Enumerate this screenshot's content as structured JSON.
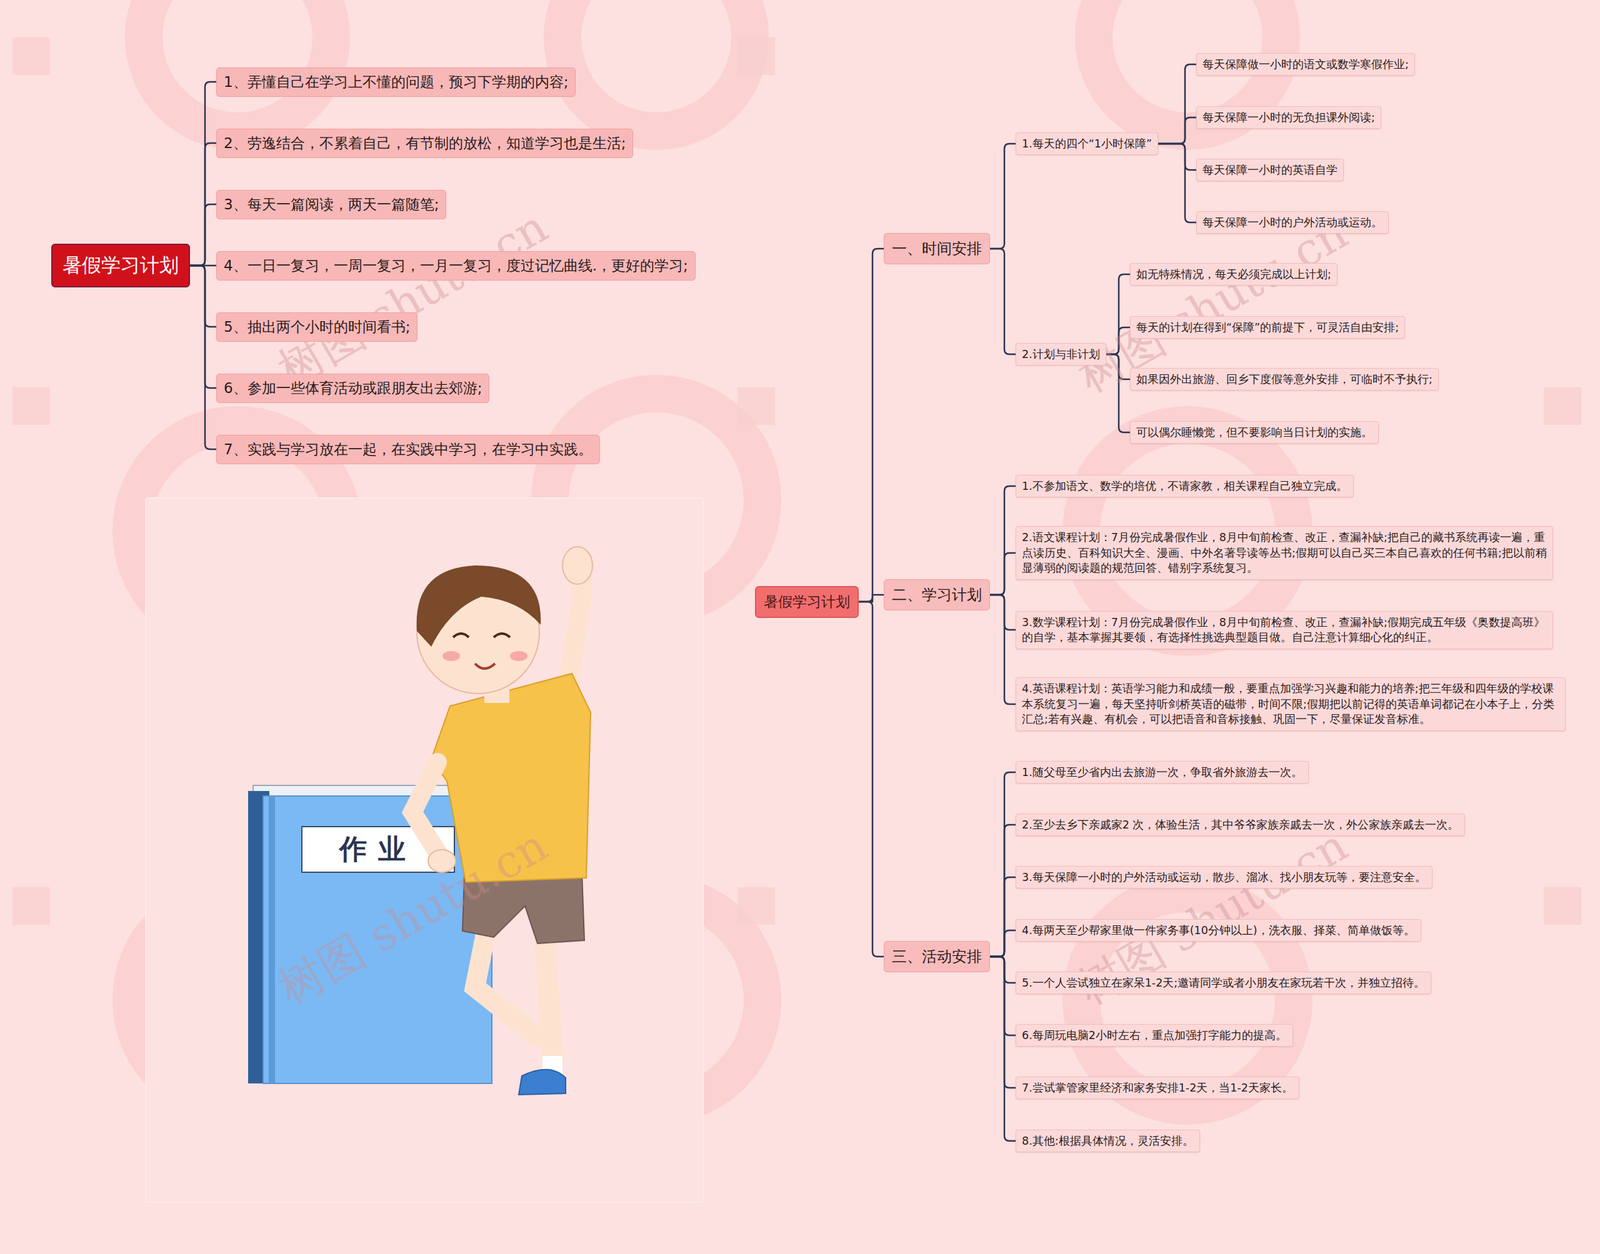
{
  "diagram": {
    "nodes": [
      {
        "text": [
          "暑假学习计划"
        ]
      },
      {
        "text": [
          "1、弄懂自己在学习上不懂的问题，预习下学期的内容;"
        ]
      },
      {
        "text": [
          "2、劳逸结合，不累着自己，有节制的放松，知道学习也是生活;"
        ]
      },
      {
        "text": [
          "3、每天一篇阅读，两天一篇随笔;"
        ]
      },
      {
        "text": [
          "4、一日一复习，一周一复习，一月一复习，度过记忆曲线.，更好的学习;"
        ]
      },
      {
        "text": [
          "5、抽出两个小时的时间看书;"
        ]
      },
      {
        "text": [
          "6、参加一些体育活动或跟朋友出去郊游;"
        ]
      },
      {
        "text": [
          "7、实践与学习放在一起，在实践中学习，在学习中实践。"
        ]
      },
      {
        "text": [
          "暑假学习计划"
        ]
      },
      {
        "text": [
          "一、时间安排"
        ]
      },
      {
        "text": [
          "1.每天的四个“1小时保障”"
        ]
      },
      {
        "text": [
          "每天保障做一小时的语文或数学寒假作业;"
        ]
      },
      {
        "text": [
          "每天保障一小时的无负担课外阅读;"
        ]
      },
      {
        "text": [
          "每天保障一小时的英语自学"
        ]
      },
      {
        "text": [
          "每天保障一小时的户外活动或运动。"
        ]
      },
      {
        "text": [
          "2.计划与非计划"
        ]
      },
      {
        "text": [
          "如无特殊情况，每天必须完成以上计划;"
        ]
      },
      {
        "text": [
          "每天的计划在得到“保障”的前提下，可灵活自由安排;"
        ]
      },
      {
        "text": [
          "如果因外出旅游、回乡下度假等意外安排，可临时不予执行;"
        ]
      },
      {
        "text": [
          "可以偶尔睡懒觉，但不要影响当日计划的实施。"
        ]
      },
      {
        "text": [
          "二、学习计划"
        ]
      },
      {
        "text": [
          "1.不参加语文、数学的培优，不请家教，相关课程自己独立完成。"
        ]
      },
      {
        "text": [
          "2.语文课程计划：7月份完成暑假作业，8月中旬前检查、改正，查漏补缺;把自己的藏书系统再读一遍，重点读历史、百科知识大全、漫画、中外名著导读等丛书;假期可以自己买三本自己喜欢的任何书籍;把以前稍显薄弱的阅读题的规范回答、错别字系统复习。"
        ]
      },
      {
        "text": [
          "3.数学课程计划：7月份完成暑假作业，8月中旬前检查、改正，查漏补缺;假期完成五年级《奥数提高班》的自学，基本掌握其要领，有选择性挑选典型题目做。自己注意计算细心化的纠正。"
        ]
      },
      {
        "text": [
          "4.英语课程计划：英语学习能力和成绩一般，要重点加强学习兴趣和能力的培养;把三年级和四年级的学校课本系统复习一遍，每天坚持听剑桥英语的磁带，时间不限;假期把以前记得的英语单词都记在小本子上，分类汇总;若有兴趣、有机会，可以把语音和音标接触、巩固一下，尽量保证发音标准。"
        ]
      },
      {
        "text": [
          "三、活动安排"
        ]
      },
      {
        "text": [
          "1.随父母至少省内出去旅游一次，争取省外旅游去一次。"
        ]
      },
      {
        "text": [
          "2.至少去乡下亲戚家2 次，体验生活，其中爷爷家族亲戚去一次，外公家族亲戚去一次。"
        ]
      },
      {
        "text": [
          "3.每天保障一小时的户外活动或运动，散步、溜冰、找小朋友玩等，要注意安全。"
        ]
      },
      {
        "text": [
          "4.每两天至少帮家里做一件家务事(10分钟以上)，洗衣服、择菜、简单做饭等。"
        ]
      },
      {
        "text": [
          "5.一个人尝试独立在家呆1-2天;邀请同学或者小朋友在家玩若干次，并独立招待。"
        ]
      },
      {
        "text": [
          "6.每周玩电脑2小时左右，重点加强打字能力的提高。"
        ]
      },
      {
        "text": [
          "7.尝试掌管家里经济和家务安排1-2天，当1-2天家长。"
        ]
      },
      {
        "text": [
          "8.其他:根据具体情况，灵活安排。"
        ]
      }
    ],
    "edges": [
      {
        "from": 0,
        "to": 1,
        "arrow": "none"
      },
      {
        "from": 0,
        "to": 2,
        "arrow": "none"
      },
      {
        "from": 0,
        "to": 3,
        "arrow": "none"
      },
      {
        "from": 0,
        "to": 4,
        "arrow": "none"
      },
      {
        "from": 0,
        "to": 5,
        "arrow": "none"
      },
      {
        "from": 0,
        "to": 6,
        "arrow": "none"
      },
      {
        "from": 0,
        "to": 7,
        "arrow": "none"
      },
      {
        "from": 8,
        "to": 9,
        "arrow": "none"
      },
      {
        "from": 9,
        "to": 10,
        "arrow": "none"
      },
      {
        "from": 10,
        "to": 11,
        "arrow": "none"
      },
      {
        "from": 10,
        "to": 12,
        "arrow": "none"
      },
      {
        "from": 10,
        "to": 13,
        "arrow": "none"
      },
      {
        "from": 10,
        "to": 14,
        "arrow": "none"
      },
      {
        "from": 9,
        "to": 15,
        "arrow": "none"
      },
      {
        "from": 15,
        "to": 16,
        "arrow": "none"
      },
      {
        "from": 15,
        "to": 17,
        "arrow": "none"
      },
      {
        "from": 15,
        "to": 18,
        "arrow": "none"
      },
      {
        "from": 15,
        "to": 19,
        "arrow": "none"
      },
      {
        "from": 8,
        "to": 20,
        "arrow": "none"
      },
      {
        "from": 20,
        "to": 21,
        "arrow": "none"
      },
      {
        "from": 20,
        "to": 22,
        "arrow": "none"
      },
      {
        "from": 20,
        "to": 23,
        "arrow": "none"
      },
      {
        "from": 20,
        "to": 24,
        "arrow": "none"
      },
      {
        "from": 8,
        "to": 25,
        "arrow": "none"
      },
      {
        "from": 25,
        "to": 26,
        "arrow": "none"
      },
      {
        "from": 25,
        "to": 27,
        "arrow": "none"
      },
      {
        "from": 25,
        "to": 28,
        "arrow": "none"
      },
      {
        "from": 25,
        "to": 29,
        "arrow": "none"
      },
      {
        "from": 25,
        "to": 30,
        "arrow": "none"
      },
      {
        "from": 25,
        "to": 31,
        "arrow": "none"
      },
      {
        "from": 25,
        "to": 32,
        "arrow": "none"
      },
      {
        "from": 25,
        "to": 33,
        "arrow": "none"
      }
    ],
    "labels": [
      "作业",
      "树图 shutu.cn",
      "树图 shutu.cn",
      "树图 shutu.cn",
      "树图 shutu.cn"
    ]
  }
}
